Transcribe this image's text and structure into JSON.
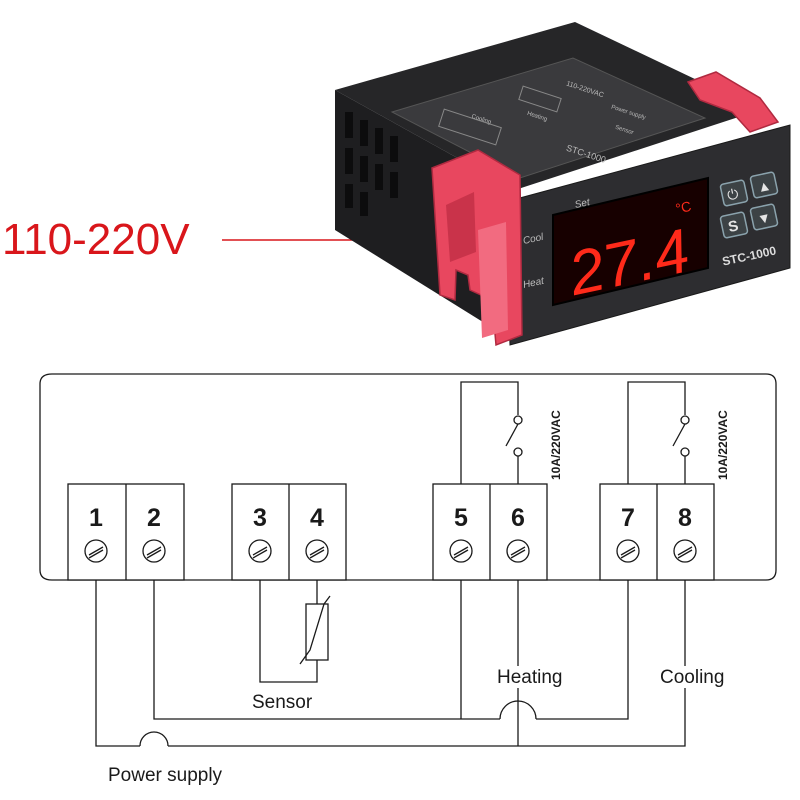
{
  "voltage": "110-220V",
  "device": {
    "model": "STC-1000",
    "display_value": "27.4",
    "unit": "°C",
    "labels": {
      "set": "Set",
      "cool": "Cool",
      "heat": "Heat"
    },
    "buttons": [
      {
        "label": "⏻",
        "icon": "power-icon"
      },
      {
        "label": "▲",
        "icon": "arrow-up-icon"
      },
      {
        "label": "S",
        "icon": "s-icon"
      },
      {
        "label": "▼",
        "icon": "arrow-down-icon"
      }
    ],
    "top_panel": {
      "model": "STC-1000",
      "spec": "110-220VAC",
      "power_supply": "Power supply",
      "heating": "Heating",
      "cooling": "Cooling",
      "sensor": "Sensor"
    },
    "colors": {
      "body": "#2b2b2d",
      "clip": "#e8475f",
      "display": "#1a0000",
      "segment": "#ff2a1a",
      "button": "#3c4245"
    }
  },
  "diagram": {
    "terminals": [
      "1",
      "2",
      "3",
      "4",
      "5",
      "6",
      "7",
      "8"
    ],
    "relay_rating": "10A/220VAC",
    "captions": {
      "sensor": "Sensor",
      "heating": "Heating",
      "cooling": "Cooling",
      "power_supply": "Power supply"
    }
  }
}
